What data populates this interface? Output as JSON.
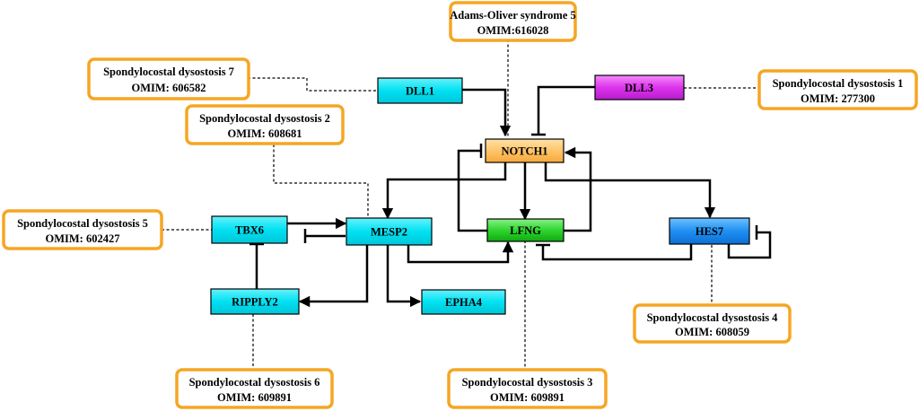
{
  "colors": {
    "cyan": "#00e5f5",
    "magenta": "#e23cf0",
    "orange_gene": "#ffc46a",
    "green": "#2fd62f",
    "blue": "#1f8ff2",
    "disease_border": "#f5a623"
  },
  "genes": {
    "dll1": "DLL1",
    "dll3": "DLL3",
    "notch1": "NOTCH1",
    "mesp2": "MESP2",
    "lfng": "LFNG",
    "hes7": "HES7",
    "tbx6": "TBX6",
    "ripply2": "RIPPLY2",
    "epha4": "EPHA4"
  },
  "diseases": {
    "aos5": {
      "name": "Adams-Oliver syndrome 5",
      "omim": "OMIM:616028"
    },
    "scd7": {
      "name": "Spondylocostal dysostosis 7",
      "omim": "OMIM:  606582"
    },
    "scd1": {
      "name": "Spondylocostal dysostosis 1",
      "omim": "OMIM:  277300"
    },
    "scd2": {
      "name": "Spondylocostal dysostosis 2",
      "omim": "OMIM:  608681"
    },
    "scd5": {
      "name": "Spondylocostal dysostosis 5",
      "omim": "OMIM:  602427"
    },
    "scd4": {
      "name": "Spondylocostal dysostosis 4",
      "omim": "OMIM:  608059"
    },
    "scd6": {
      "name": "Spondylocostal dysostosis 6",
      "omim": "OMIM:  609891"
    },
    "scd3": {
      "name": "Spondylocostal dysostosis 3",
      "omim": "OMIM:  609891"
    }
  }
}
